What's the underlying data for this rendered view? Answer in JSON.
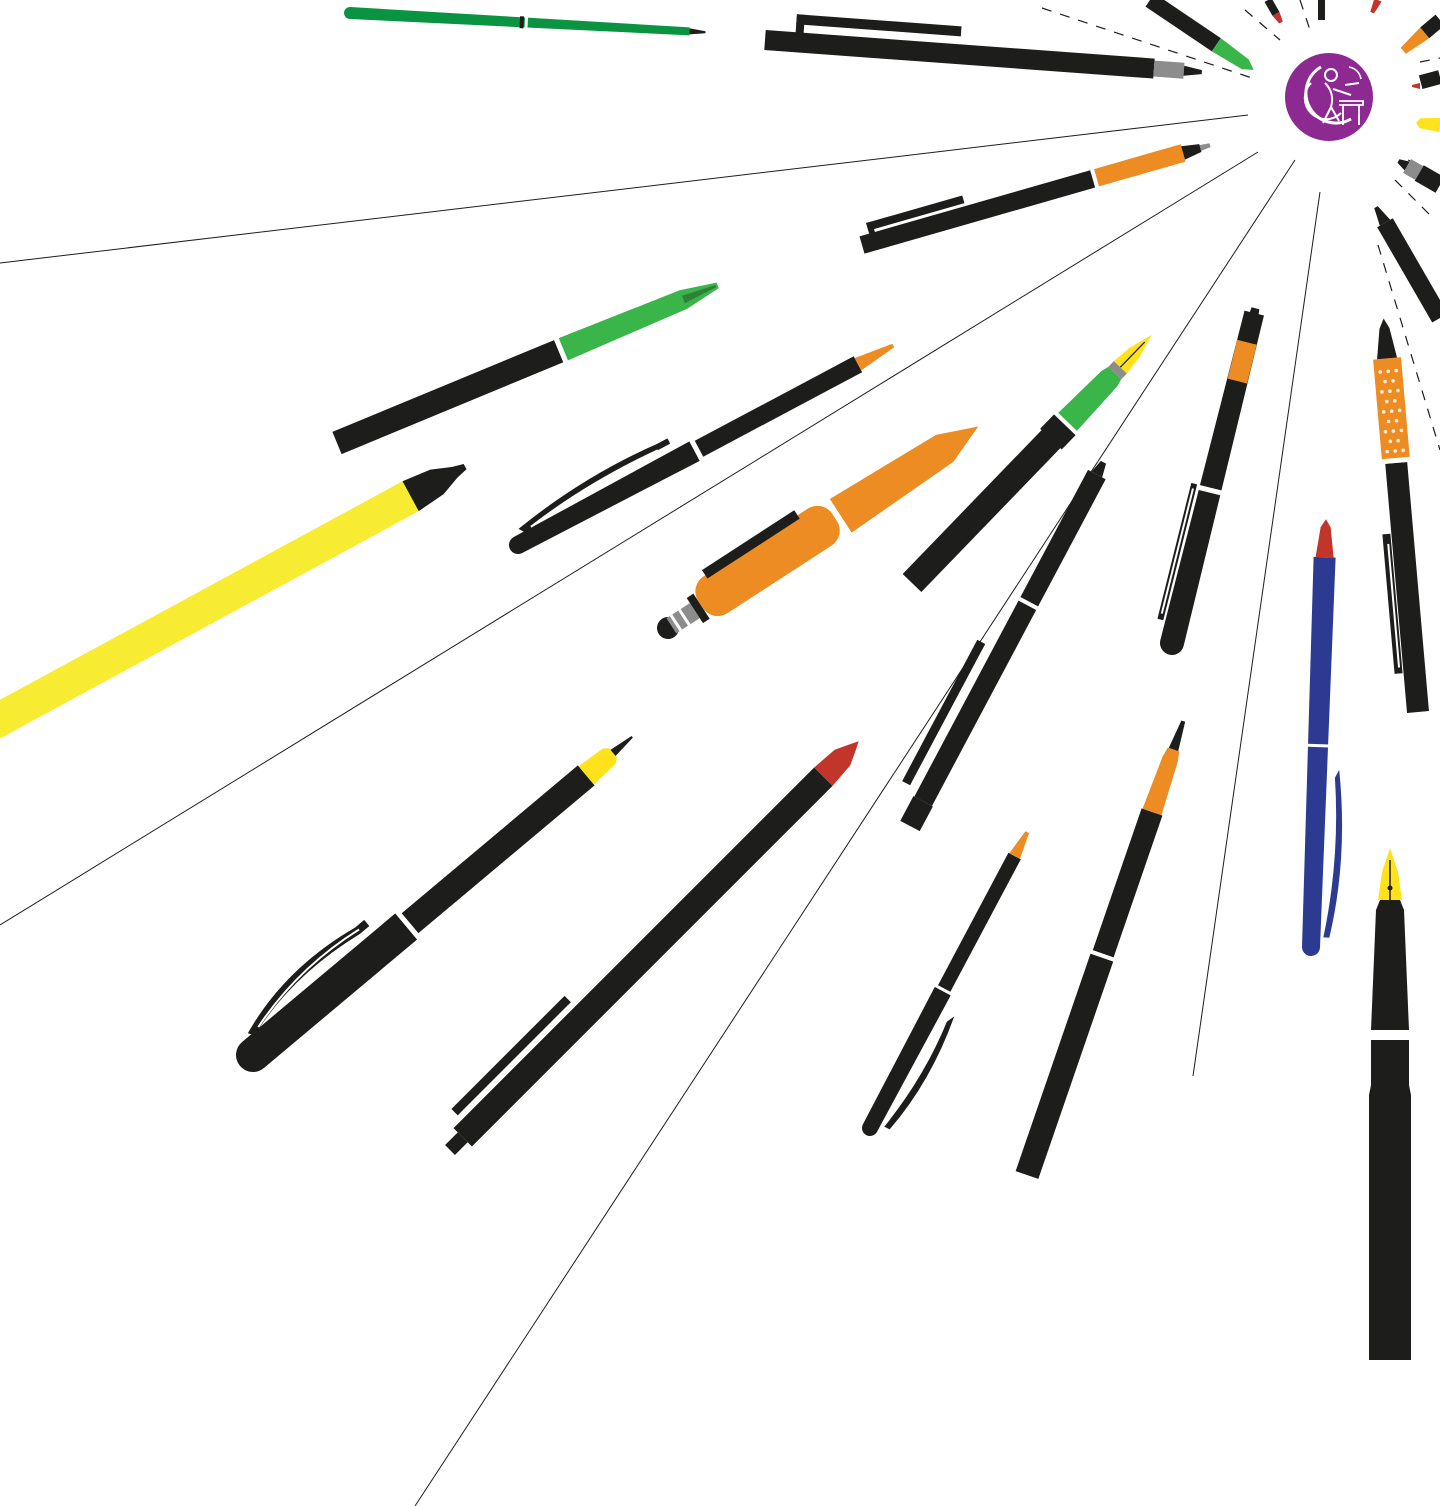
{
  "colors": {
    "background": "#ffffff",
    "ink": "#1d1d1b",
    "green_dark": "#0a9441",
    "green": "#3ab54a",
    "orange": "#ec8c23",
    "yellow": "#f7ec31",
    "nib_yellow": "#ffe21b",
    "red": "#c1352a",
    "blue": "#2c3a91",
    "gray": "#8c8c8c",
    "logo_purple": "#8c2a91"
  },
  "illustration": {
    "subject": "pens-and-markers-radiating-burst",
    "center_logo": "writer-at-desk-emblem-icon",
    "pens": [
      {
        "name": "pen-green-capped",
        "icon": "ballpoint-pen-icon",
        "accent": "green_dark"
      },
      {
        "name": "pen-black-click-gray-tip",
        "icon": "click-pen-icon",
        "accent": "gray"
      },
      {
        "name": "pen-black-orange-grip",
        "icon": "click-pen-icon",
        "accent": "orange"
      },
      {
        "name": "marker-green-tip",
        "icon": "marker-icon",
        "accent": "green"
      },
      {
        "name": "pen-black-orange-tip-clip",
        "icon": "ballpoint-pen-icon",
        "accent": "orange"
      },
      {
        "name": "highlighter-yellow",
        "icon": "highlighter-icon",
        "accent": "yellow"
      },
      {
        "name": "stylus-pen-orange",
        "icon": "stylus-pen-icon",
        "accent": "orange"
      },
      {
        "name": "fountain-pen-green",
        "icon": "fountain-pen-icon",
        "accent": "green"
      },
      {
        "name": "pen-black-orange-tip-upright",
        "icon": "ballpoint-pen-icon",
        "accent": "orange"
      },
      {
        "name": "pencil-orange-dotted-grip",
        "icon": "mechanical-pencil-icon",
        "accent": "orange"
      },
      {
        "name": "pen-blue",
        "icon": "ballpoint-pen-icon",
        "accent": "blue"
      },
      {
        "name": "pen-black-click-long",
        "icon": "click-pen-icon",
        "accent": "ink"
      },
      {
        "name": "fineliner-yellow-tip",
        "icon": "fineliner-icon",
        "accent": "nib_yellow"
      },
      {
        "name": "marker-red-tip",
        "icon": "marker-icon",
        "accent": "red"
      },
      {
        "name": "pen-black-small-orange-tip",
        "icon": "ballpoint-pen-icon",
        "accent": "orange"
      },
      {
        "name": "pen-black-orange-tip-long",
        "icon": "ballpoint-pen-icon",
        "accent": "orange"
      },
      {
        "name": "fountain-pen-black",
        "icon": "fountain-pen-icon",
        "accent": "nib_yellow"
      }
    ]
  }
}
